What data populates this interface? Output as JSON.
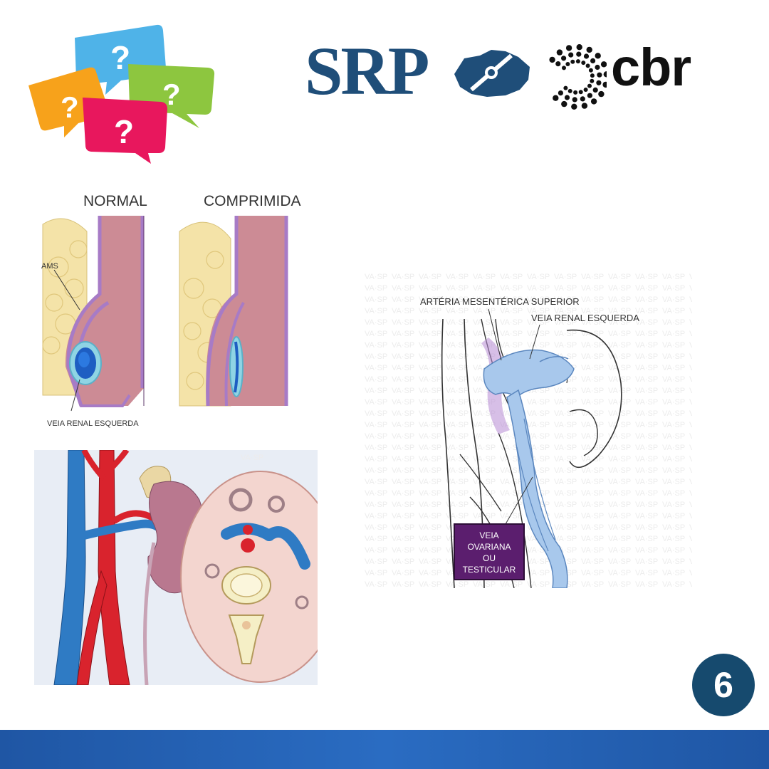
{
  "logos": {
    "srp_text": "SRP",
    "cbr_text": "cbr",
    "question_mark": "?"
  },
  "diagram_compression": {
    "title_normal": "NORMAL",
    "title_compressed": "COMPRIMIDA",
    "label_ams": "AMS",
    "label_left_renal_vein": "VEIA RENAL ESQUERDA"
  },
  "diagram_venous": {
    "label_sma": "ARTÉRIA MESENTÉRICA SUPERIOR",
    "label_left_renal_vein": "VEIA RENAL ESQUERDA",
    "box_line1": "VEIA",
    "box_line2": "OVARIANA",
    "box_line3": "OU",
    "box_line4": "TESTICULAR",
    "watermark": "VA·SP"
  },
  "page_number": "6",
  "colors": {
    "brand_blue": "#1f4e79",
    "badge": "#164a6e",
    "footer": "#1f56a4",
    "artery": "#d9232d",
    "vein": "#2f7bc4",
    "box_purple": "#5b1e6e"
  }
}
